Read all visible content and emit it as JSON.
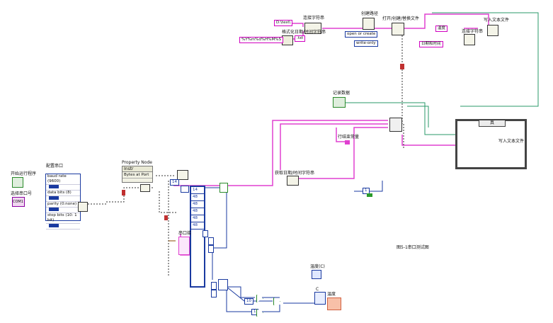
{
  "labels": {
    "concat_top": "连接字符串",
    "build_path": "创建路径",
    "open_file": "打开/创建/替换文件",
    "write_text_top": "写入文本文件",
    "format_datetime": "格式化日期/时间字符串",
    "record_data": "记录数据",
    "row_count": "行结束常量",
    "get_datetime": "获取日期/时间字符串",
    "write_text_case": "写入文本文件",
    "config_serial": "配置串口",
    "start_program": "开始运行程序",
    "select_port": "选择串口号",
    "property_node": "Property Node",
    "serial_label": "串口接",
    "caption": "图5-1串口测试图",
    "temp_c": "温度(C)",
    "c_label": "C",
    "temp": "温度"
  },
  "constants": {
    "path": "D:\\test\\",
    "time_format": "%Y%m%d%H%M%S",
    "ext": ".txt",
    "open_mode": "open or create",
    "access": "write-only",
    "temp_str": "温度",
    "datetime_str": "日期和时间",
    "case_selector": "真",
    "num_14": "14",
    "num_10": "10",
    "num_1a": "1",
    "num_1b": "1",
    "visa": "Instr",
    "bytes": "Bytes at Port",
    "visa_ctl": "COM1"
  },
  "serial_config": [
    "baud rate (9600)",
    "data bits (8)",
    "parity (0:none)",
    "stop bits (10: 1 bit)"
  ],
  "array_cells": [
    "14",
    "48",
    "48",
    "48",
    "48",
    "48"
  ]
}
